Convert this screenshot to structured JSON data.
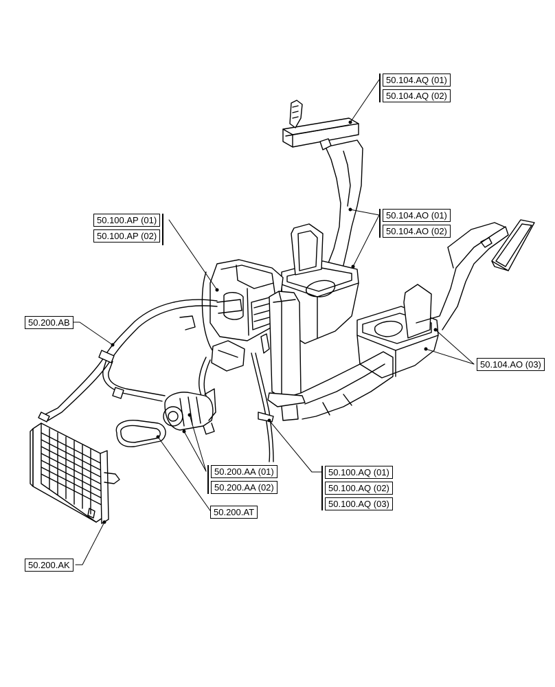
{
  "callouts": {
    "aq_104": [
      "50.104.AQ (01)",
      "50.104.AQ (02)"
    ],
    "ap_100": [
      "50.100.AP (01)",
      "50.100.AP (02)"
    ],
    "ao_104": [
      "50.104.AO (01)",
      "50.104.AO (02)"
    ],
    "ab_200": "50.200.AB",
    "ao_104_03": "50.104.AO (03)",
    "aa_200": [
      "50.200.AA (01)",
      "50.200.AA (02)"
    ],
    "aq_100": [
      "50.100.AQ (01)",
      "50.100.AQ (02)",
      "50.100.AQ (03)"
    ],
    "at_200": "50.200.AT",
    "ak_200": "50.200.AK"
  }
}
